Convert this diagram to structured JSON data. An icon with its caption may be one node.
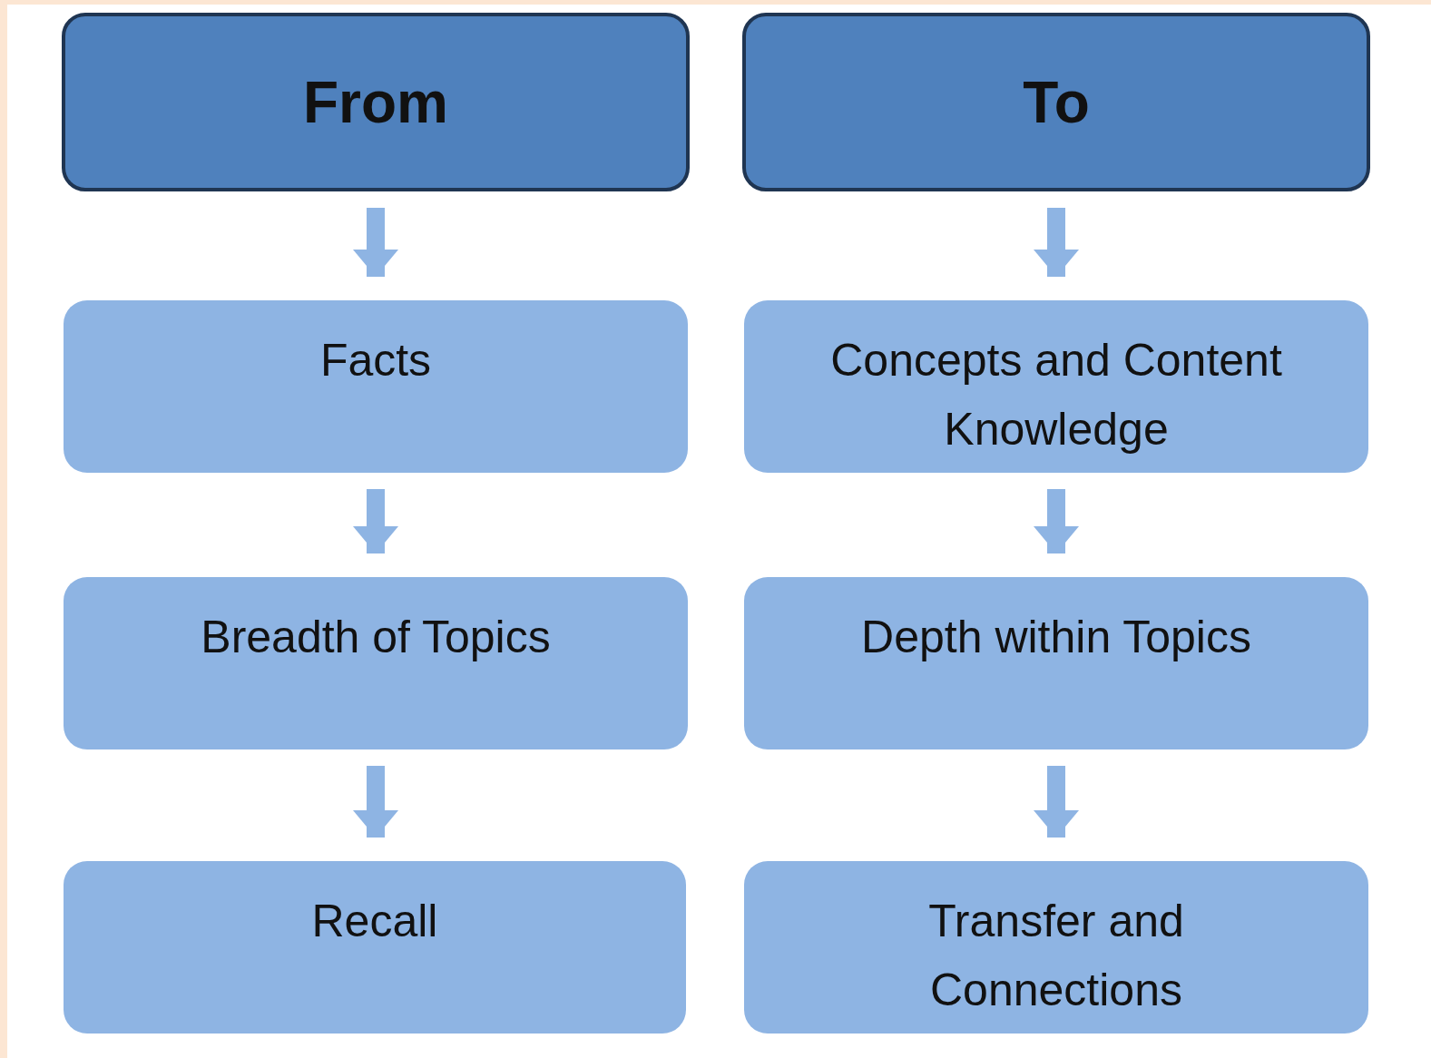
{
  "diagram": {
    "nodes": [
      {
        "text": [
          "From"
        ]
      },
      {
        "text": [
          "To"
        ]
      },
      {
        "text": [
          "Facts"
        ]
      },
      {
        "text": [
          "Concepts and Content Knowledge"
        ]
      },
      {
        "text": [
          "Breadth of Topics"
        ]
      },
      {
        "text": [
          "Depth within Topics"
        ]
      },
      {
        "text": [
          "Recall"
        ]
      },
      {
        "text": [
          "Transfer and Connections"
        ]
      }
    ],
    "edges": [
      {
        "from": 0,
        "to": 2,
        "arrow": "to"
      },
      {
        "from": 2,
        "to": 4,
        "arrow": "to"
      },
      {
        "from": 4,
        "to": 6,
        "arrow": "to"
      },
      {
        "from": 1,
        "to": 3,
        "arrow": "to"
      },
      {
        "from": 3,
        "to": 5,
        "arrow": "to"
      },
      {
        "from": 5,
        "to": 7,
        "arrow": "to"
      }
    ]
  }
}
